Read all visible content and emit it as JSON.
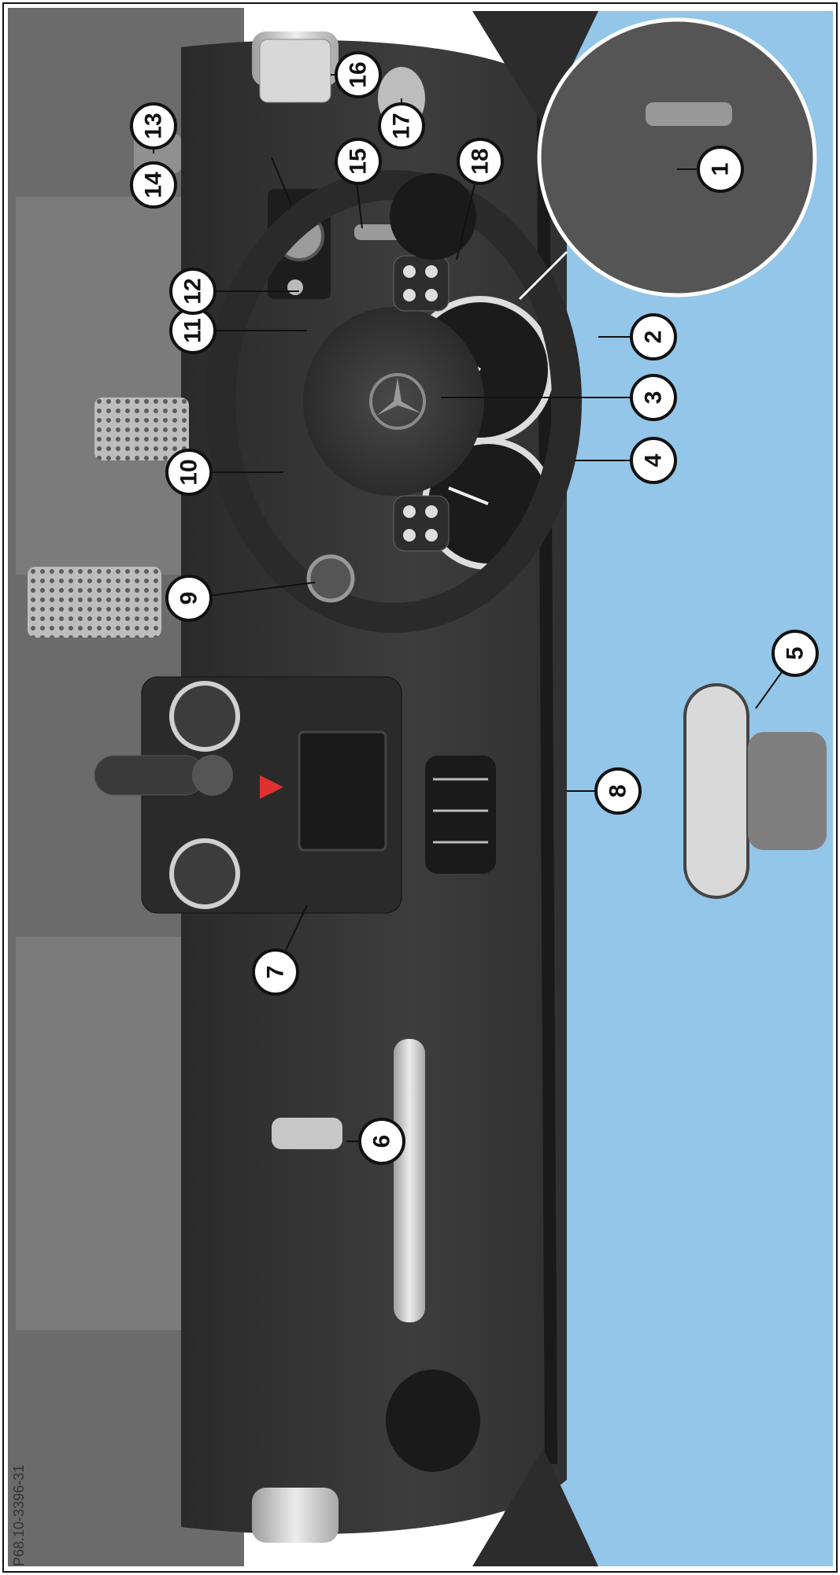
{
  "image_reference": "P68.10-3396-31",
  "callouts": [
    "1",
    "2",
    "3",
    "4",
    "5",
    "6",
    "7",
    "8",
    "9",
    "10",
    "11",
    "12",
    "13",
    "14",
    "15",
    "16",
    "17",
    "18"
  ],
  "colors": {
    "sky": "#93c6e8",
    "dashboard": "#3a3a3a",
    "dashboard_dark": "#242424",
    "floor": "#6a6a6a",
    "aluminium": "#c9c9c9",
    "callout_fill": "#ffffff",
    "callout_stroke": "#111111"
  }
}
